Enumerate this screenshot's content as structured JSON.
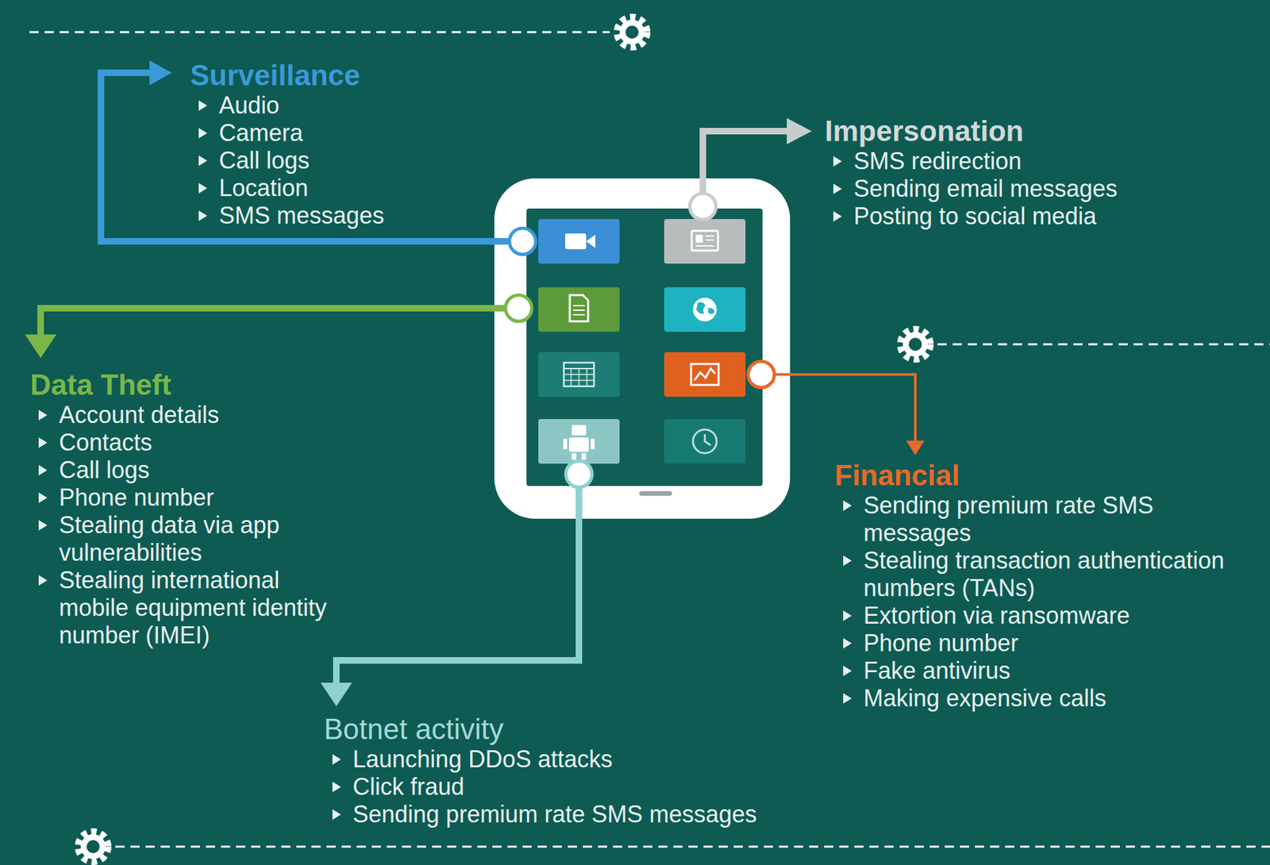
{
  "diagram": {
    "nodes": [
      {
        "text": [
          "Surveillance",
          "Audio",
          "Camera",
          "Call logs",
          "Location",
          "SMS messages"
        ]
      },
      {
        "text": [
          "Impersonation",
          "SMS redirection",
          "Sending email messages",
          "Posting to social media"
        ]
      },
      {
        "text": [
          "Data Theft",
          "Account details",
          "Contacts",
          "Call logs",
          "Phone number",
          "Stealing data via app vulnerabilities",
          "Stealing international mobile equipment identity number (IMEI)"
        ]
      },
      {
        "text": [
          "Financial",
          "Sending premium rate SMS messages",
          "Stealing transaction authentication numbers (TANs)",
          "Extortion via ransomware",
          "Phone number",
          "Fake antivirus",
          "Making expensive calls"
        ]
      },
      {
        "text": [
          "Botnet activity",
          "Launching DDoS attacks",
          "Click fraud",
          "Sending premium rate SMS messages"
        ]
      }
    ],
    "edges": []
  }
}
